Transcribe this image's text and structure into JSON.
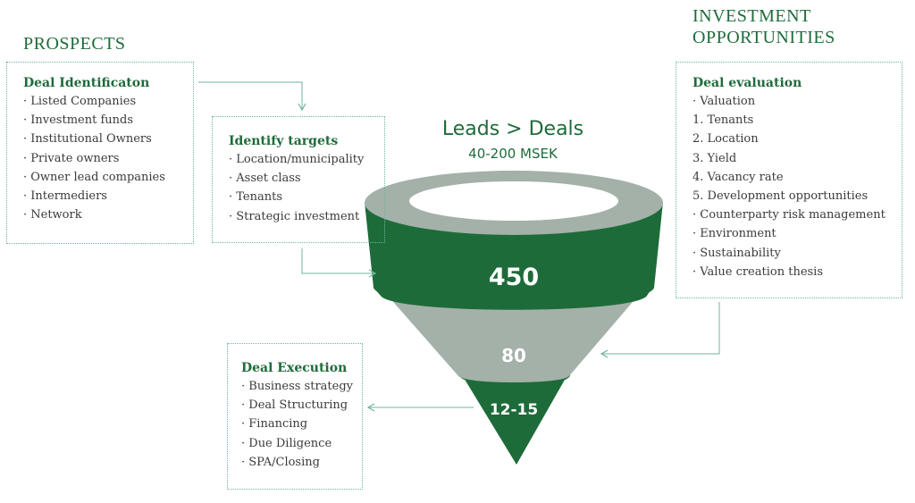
{
  "headings": {
    "prospects": "PROSPECTS",
    "opportunities_line1": "INVESTMENT",
    "opportunities_line2": "OPPORTUNITIES"
  },
  "funnel": {
    "title": "Leads > Deals",
    "subtitle": "40-200 MSEK",
    "stages": [
      {
        "value": "450"
      },
      {
        "value": "80"
      },
      {
        "value": "12-15"
      }
    ],
    "colors": {
      "dark_green": "#1e6b3a",
      "grey_green": "#a3b1a8"
    }
  },
  "boxes": {
    "deal_identification": {
      "title": "Deal Identificaton",
      "items": [
        "· Listed Companies",
        "· Investment funds",
        "· Institutional Owners",
        "· Private owners",
        "· Owner lead companies",
        "· Intermediers",
        "· Network"
      ]
    },
    "identify_targets": {
      "title": "Identify targets",
      "items": [
        "· Location/municipality",
        "· Asset class",
        "· Tenants",
        "· Strategic investment"
      ]
    },
    "deal_evaluation": {
      "title": "Deal evaluation",
      "items": [
        "· Valuation",
        "1. Tenants",
        "2. Location",
        "3. Yield",
        "4. Vacancy rate",
        "5. Development opportunities",
        "· Counterparty risk management",
        "· Environment",
        "· Sustainability",
        "· Value creation thesis"
      ]
    },
    "deal_execution": {
      "title": "Deal Execution",
      "items": [
        "· Business strategy",
        "· Deal Structuring",
        "· Financing",
        "· Due Diligence",
        "· SPA/Closing"
      ]
    }
  }
}
